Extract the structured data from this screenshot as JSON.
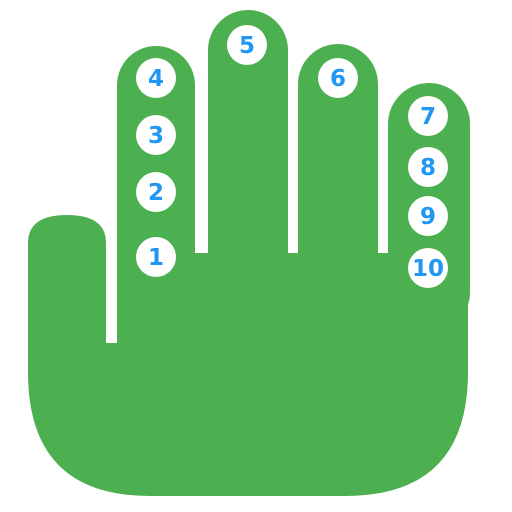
{
  "colors": {
    "hand": "#4CAF50",
    "circle": "#FFFFFF",
    "number": "#2196F3"
  },
  "icon": "hand-icon",
  "fingers": [
    {
      "name": "index-finger",
      "numbers": [
        "4",
        "3",
        "2",
        "1"
      ]
    },
    {
      "name": "middle-finger",
      "numbers": [
        "5"
      ]
    },
    {
      "name": "ring-finger",
      "numbers": [
        "6"
      ]
    },
    {
      "name": "pinky-finger",
      "numbers": [
        "7",
        "8",
        "9",
        "10"
      ]
    }
  ]
}
